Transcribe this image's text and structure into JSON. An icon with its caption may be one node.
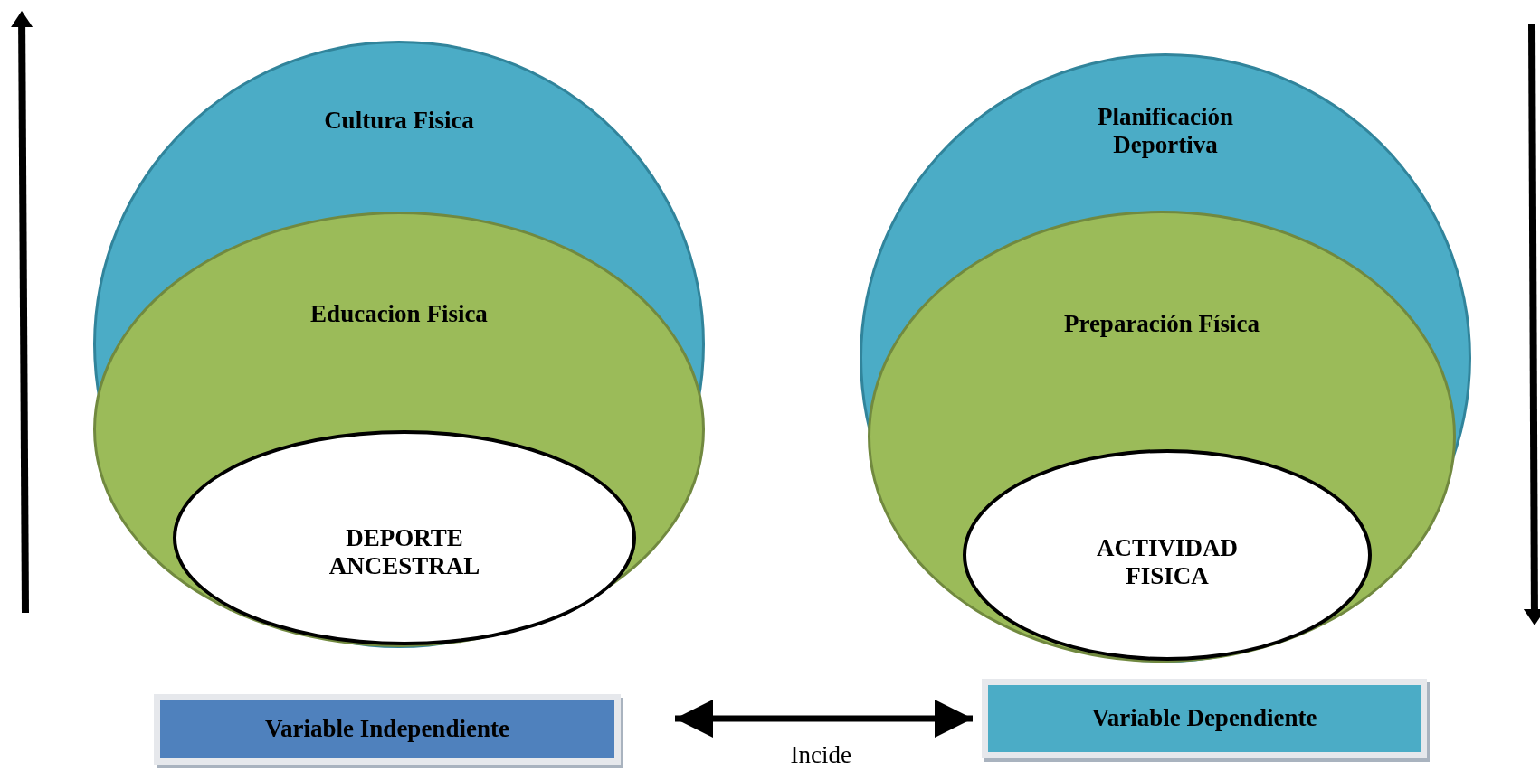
{
  "diagram": {
    "nodes": [
      {
        "text": [
          "Cultura Fisica"
        ]
      },
      {
        "text": [
          "Educacion Fisica"
        ],
        "in": 0
      },
      {
        "text": [
          "DEPORTE ANCESTRAL"
        ],
        "in": 1
      },
      {
        "text": [
          "Planificación Deportiva"
        ]
      },
      {
        "text": [
          "Preparación Física"
        ],
        "in": 3
      },
      {
        "text": [
          "ACTIVIDAD FISICA"
        ],
        "in": 4
      },
      {
        "text": [
          "Variable Independiente"
        ]
      },
      {
        "text": [
          "Variable Dependiente"
        ]
      }
    ],
    "edges": [
      {
        "from": 6,
        "to": 7,
        "arrow": "both",
        "label": "Incide"
      }
    ]
  }
}
